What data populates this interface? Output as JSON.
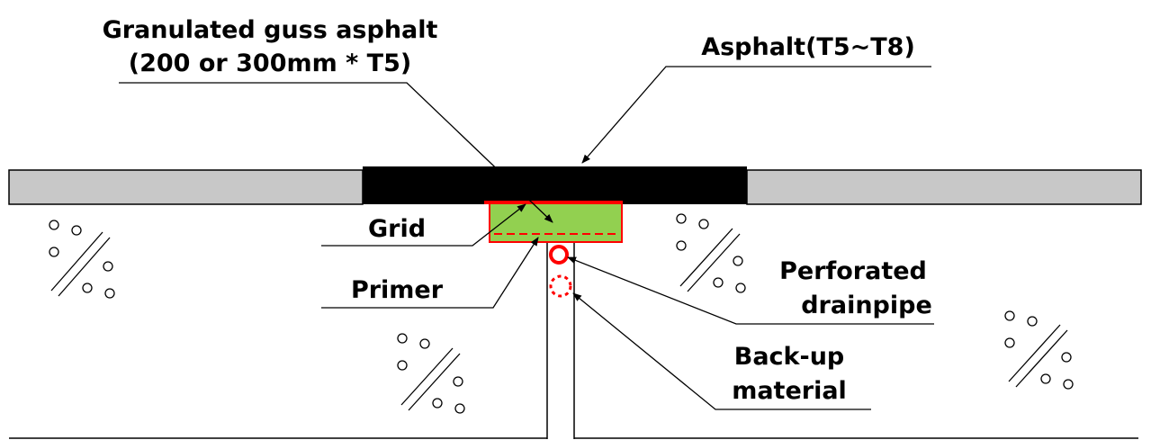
{
  "labels": {
    "granulated_line1": "Granulated guss asphalt",
    "granulated_line2": "(200 or 300mm * T5)",
    "asphalt": "Asphalt(T5~T8)",
    "grid": "Grid",
    "primer": "Primer",
    "perforated_line1": "Perforated",
    "perforated_line2": "drainpipe",
    "backup_line1": "Back-up",
    "backup_line2": "material"
  },
  "colors": {
    "pavement": "#c8c8c8",
    "asphalt": "#000000",
    "guss": "#92d050",
    "grid": "#ff0000",
    "aggregate": "#000000"
  }
}
